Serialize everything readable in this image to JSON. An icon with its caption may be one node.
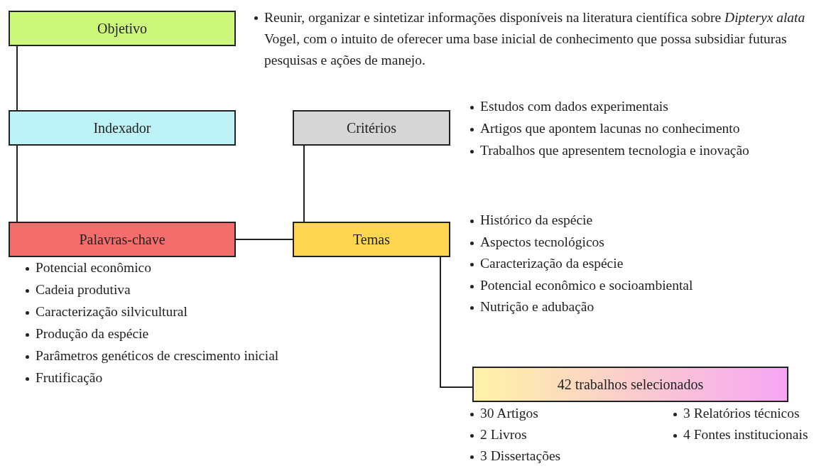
{
  "diagram": {
    "nodes": [
      {
        "text": [
          "Objetivo"
        ],
        "beside": [
          "Reunir, organizar e sintetizar informações disponíveis na literatura científica sobre *Dipteryx alata* Vogel, com o intuito de oferecer uma base inicial de conhecimento que possa subsidiar futuras pesquisas e ações de manejo."
        ]
      },
      {
        "text": [
          "Indexador"
        ]
      },
      {
        "text": [
          "Critérios"
        ],
        "beside": [
          "Estudos com dados experimentais",
          "Artigos que apontem lacunas no conhecimento",
          "Trabalhos que apresentem tecnologia e inovação"
        ]
      },
      {
        "text": [
          "Palavras-chave"
        ],
        "beside": [
          "Potencial econômico",
          "Cadeia produtiva",
          "Caracterização silvicultural",
          "Produção da espécie",
          "Parâmetros genéticos de crescimento inicial",
          "Frutificação"
        ]
      },
      {
        "text": [
          "Temas"
        ],
        "beside": [
          "Histórico da espécie",
          "Aspectos tecnológicos",
          "Caracterização da espécie",
          "Potencial econômico e socioambiental",
          "Nutrição e adubação"
        ]
      },
      {
        "text": [
          "42 trabalhos selecionados"
        ],
        "beside": [
          "30 Artigos",
          "2 Livros",
          "3 Dissertações",
          "3 Relatórios técnicos",
          "4 Fontes institucionais"
        ]
      }
    ],
    "edges": [
      {
        "from": 0,
        "to": 1,
        "arrow": "none"
      },
      {
        "from": 1,
        "to": 3,
        "arrow": "none"
      },
      {
        "from": 3,
        "to": 4,
        "arrow": "none"
      },
      {
        "from": 2,
        "to": 4,
        "arrow": "none"
      },
      {
        "from": 4,
        "to": 5,
        "arrow": "none"
      }
    ]
  }
}
